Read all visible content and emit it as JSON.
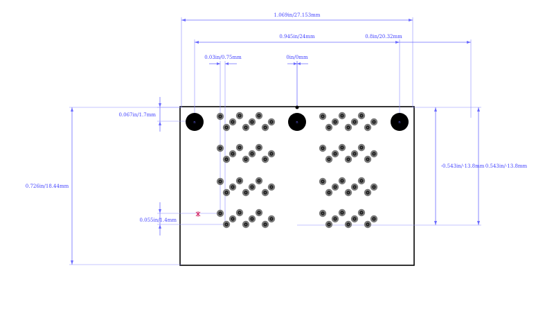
{
  "dimensions": {
    "overall_width": "1.069in/27.153mm",
    "mount_span": "0.945in/24mm",
    "mount_offset_right": "0.8in/20.32mm",
    "pin_offset": "0.03in/0.75mm",
    "center_zero": "0in/0mm",
    "mount_hole_offset_y": "0.067in/1.7mm",
    "pin_row_pitch": "0.055in/1.4mm",
    "overall_height": "0.726in/18.44mm",
    "neg_depth": "-0.543in/-13.8mm",
    "pos_depth": "0.543in/-13.8mm"
  },
  "mount_holes": {
    "left_label": "n",
    "center_label": "n",
    "right_label": "n"
  },
  "colors": {
    "dimension": "#4040ff",
    "outline": "#000000",
    "pin_pad": "#7a7a7a",
    "pin_hole": "#1a1a1a",
    "origin_marker": "#d02060"
  }
}
